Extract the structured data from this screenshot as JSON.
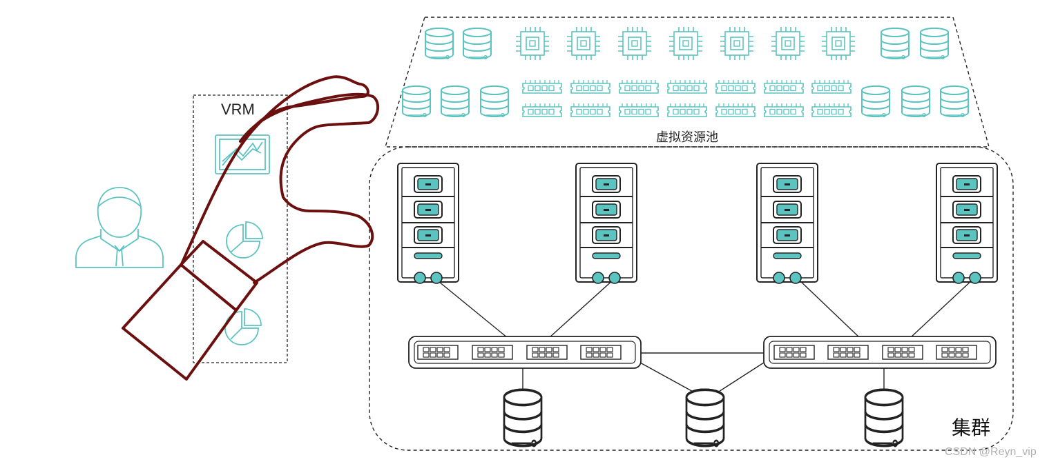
{
  "labels": {
    "vrm": "VRM",
    "resource_pool": "虚拟资源池",
    "cluster": "集群",
    "watermark": "CSDN @Reyn_vip"
  },
  "colors": {
    "teal": "#5cc4c0",
    "hand": "#6b0f0f",
    "line": "#222222"
  },
  "icons": {
    "user": "person-icon",
    "vrm_panel": [
      "line-chart-icon",
      "pie-chart-icon",
      "pie-chart-icon"
    ],
    "pool_row1": [
      "database-icon",
      "database-icon",
      "cpu-icon",
      "cpu-icon",
      "cpu-icon",
      "cpu-icon",
      "cpu-icon",
      "cpu-icon",
      "cpu-icon",
      "database-icon",
      "database-icon"
    ],
    "pool_row2": [
      "database-icon",
      "database-icon",
      "database-icon",
      "memory-icon",
      "memory-icon",
      "memory-icon",
      "memory-icon",
      "memory-icon",
      "memory-icon",
      "memory-icon",
      "database-icon",
      "database-icon",
      "database-icon"
    ],
    "servers": [
      "server-icon",
      "server-icon",
      "server-icon",
      "server-icon"
    ],
    "switches": [
      "network-switch-icon",
      "network-switch-icon"
    ],
    "storage": [
      "database-icon",
      "database-icon",
      "database-icon"
    ]
  }
}
